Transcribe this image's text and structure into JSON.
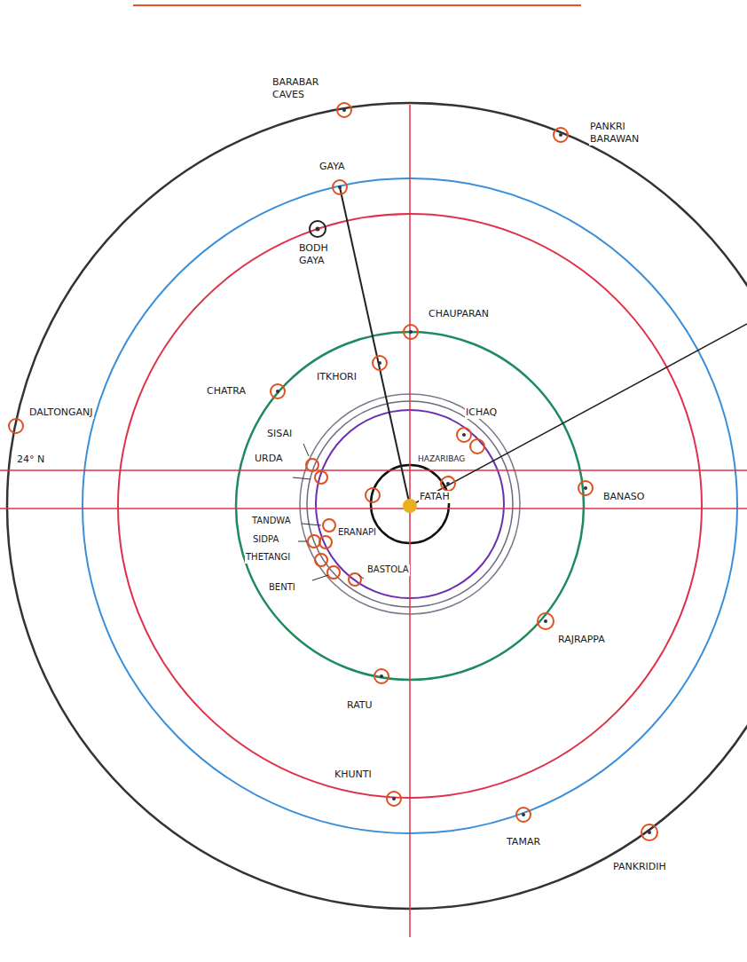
{
  "diagram": {
    "labels": [
      "BARABAR CAVES",
      "PANKRI BARAWAN",
      "GAYA",
      "BODH GAYA",
      "CHAUPARAN",
      "ITKHORI",
      "CHATRA",
      "DALTONGANJ",
      "24° N",
      "SISAI",
      "URDA",
      "ICHAQ",
      "HAZARIBAG",
      "FATAH",
      "BANASO",
      "TANDWA",
      "ERANAPI",
      "SIDPA",
      "THETANGI",
      "BASTOLA",
      "BENTI",
      "RAJRAPPA",
      "RATU",
      "KHUNTI",
      "TAMAR",
      "PANKRIDIH"
    ]
  }
}
